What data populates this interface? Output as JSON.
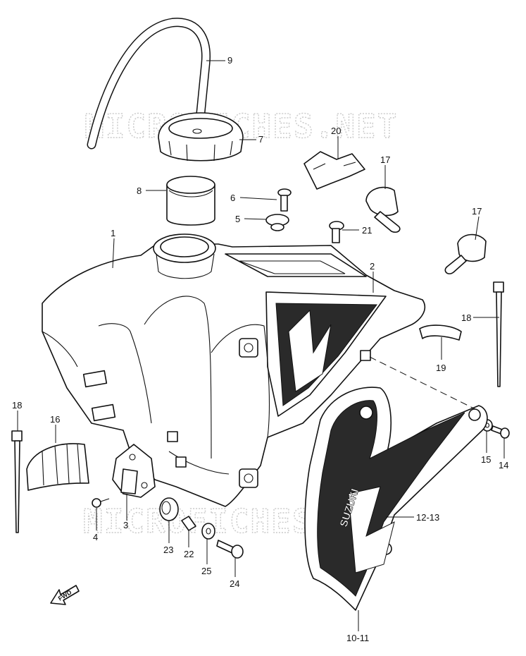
{
  "watermarks": [
    "MICROFICHES.NET",
    "MICROFICHES.NET"
  ],
  "fwd_arrow_label": "FWD",
  "decal_text": "SUZUKI",
  "callouts": [
    {
      "id": "c9",
      "text": "9"
    },
    {
      "id": "c7",
      "text": "7"
    },
    {
      "id": "c8",
      "text": "8"
    },
    {
      "id": "c20",
      "text": "20"
    },
    {
      "id": "c17a",
      "text": "17"
    },
    {
      "id": "c6",
      "text": "6"
    },
    {
      "id": "c5",
      "text": "5"
    },
    {
      "id": "c21",
      "text": "21"
    },
    {
      "id": "c17b",
      "text": "17"
    },
    {
      "id": "c1",
      "text": "1"
    },
    {
      "id": "c2",
      "text": "2"
    },
    {
      "id": "c18a",
      "text": "18"
    },
    {
      "id": "c19",
      "text": "19"
    },
    {
      "id": "c18b",
      "text": "18"
    },
    {
      "id": "c16",
      "text": "16"
    },
    {
      "id": "c15",
      "text": "15"
    },
    {
      "id": "c14",
      "text": "14"
    },
    {
      "id": "c3",
      "text": "3"
    },
    {
      "id": "c4",
      "text": "4"
    },
    {
      "id": "c1213",
      "text": "12-13"
    },
    {
      "id": "c23",
      "text": "23"
    },
    {
      "id": "c22",
      "text": "22"
    },
    {
      "id": "c25",
      "text": "25"
    },
    {
      "id": "c24",
      "text": "24"
    },
    {
      "id": "c1011",
      "text": "10-11"
    }
  ]
}
